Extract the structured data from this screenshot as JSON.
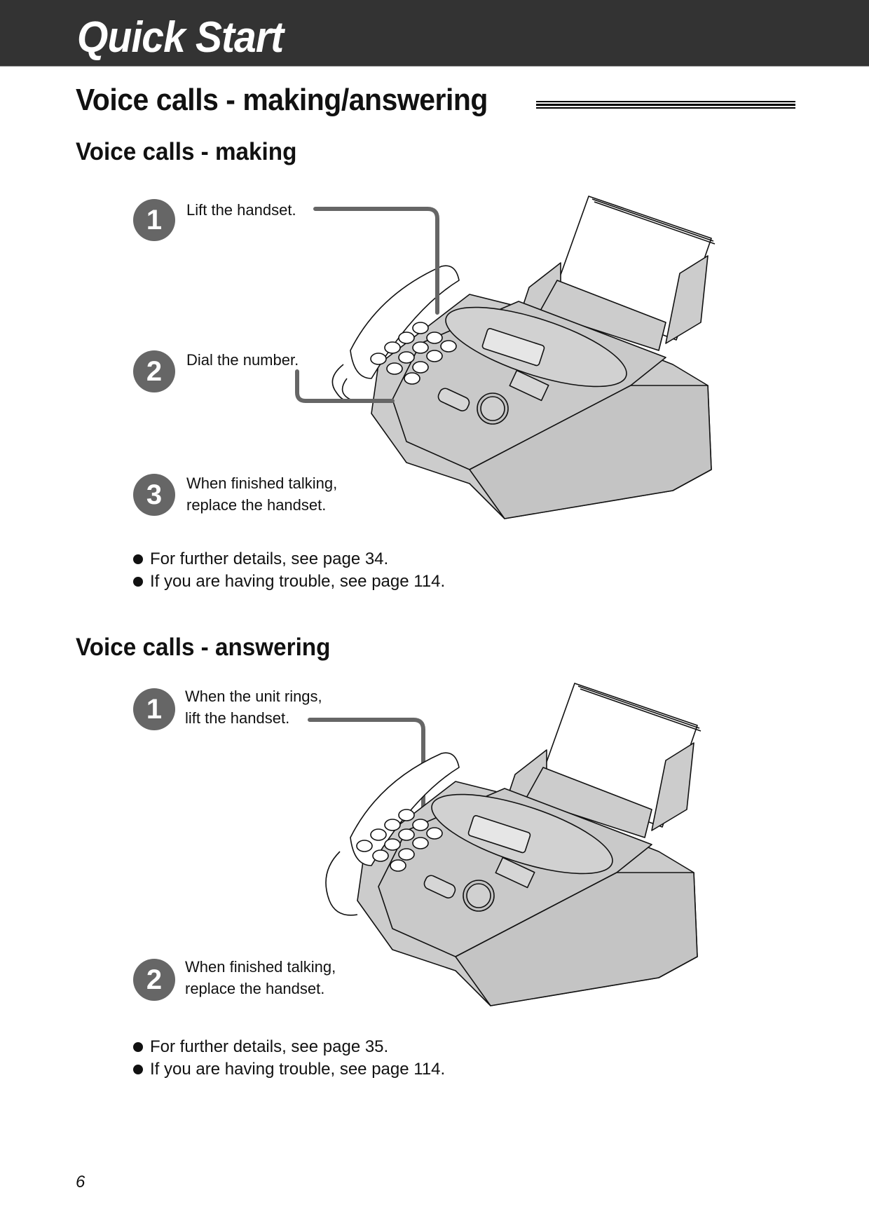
{
  "banner": {
    "title": "Quick Start"
  },
  "section": {
    "title": "Voice calls - making/answering"
  },
  "making": {
    "heading": "Voice calls - making",
    "steps": [
      {
        "number": "1",
        "text": "Lift the handset."
      },
      {
        "number": "2",
        "text": "Dial the number."
      },
      {
        "number": "3",
        "line1": "When finished talking,",
        "line2": "replace the handset."
      }
    ],
    "notes": [
      "For further details, see page 34.",
      "If you are having trouble, see page 114."
    ]
  },
  "answering": {
    "heading": "Voice calls - answering",
    "steps": [
      {
        "number": "1",
        "line1": "When the unit rings,",
        "line2": "lift the handset."
      },
      {
        "number": "2",
        "line1": "When finished talking,",
        "line2": "replace the handset."
      }
    ],
    "notes": [
      "For further details, see page 35.",
      "If you are having trouble, see page 114."
    ]
  },
  "footer": {
    "page_number": "6"
  },
  "colors": {
    "banner_bg": "#333333",
    "badge": "#666666",
    "leader": "#666666",
    "device_fill": "#cccccc"
  }
}
